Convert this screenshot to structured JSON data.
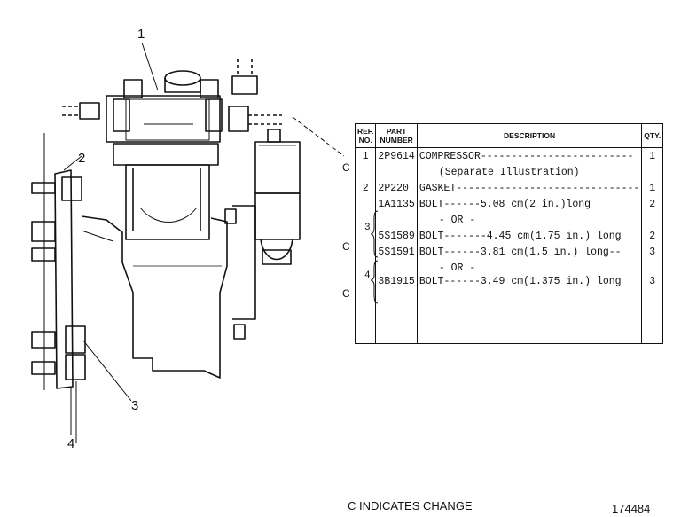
{
  "callouts": [
    "1",
    "2",
    "3",
    "4"
  ],
  "table": {
    "headers": {
      "ref": "REF. NO.",
      "part": "PART NUMBER",
      "desc": "DESCRIPTION",
      "qty": "QTY."
    },
    "rows": [
      {
        "ref": "1",
        "part": "2P9614",
        "desc": "COMPRESSOR-------------------------",
        "qty": "1"
      },
      {
        "ref": "",
        "part": "",
        "desc": "(Separate Illustration)",
        "qty": ""
      },
      {
        "ref": "2",
        "part": "2P220",
        "desc": "GASKET------------------------------",
        "qty": "1"
      },
      {
        "ref": "",
        "part": "1A1135",
        "desc": "BOLT------5.08 cm(2 in.)long",
        "qty": "2"
      },
      {
        "ref": "",
        "part": "",
        "desc": "- OR -",
        "qty": ""
      },
      {
        "ref": "",
        "part": "5S1589",
        "desc": "BOLT-------4.45 cm(1.75 in.) long",
        "qty": "2"
      },
      {
        "ref": "",
        "part": "5S1591",
        "desc": "BOLT------3.81 cm(1.5 in.) long--",
        "qty": "3"
      },
      {
        "ref": "",
        "part": "",
        "desc": "- OR -",
        "qty": ""
      },
      {
        "ref": "",
        "part": "3B1915",
        "desc": "BOLT------3.49 cm(1.375 in.) long",
        "qty": "3"
      }
    ],
    "group_refs": [
      "3",
      "4"
    ],
    "change_marks": [
      "C",
      "C",
      "C"
    ]
  },
  "footer": {
    "note": "C INDICATES CHANGE",
    "figure_number": "174484"
  }
}
